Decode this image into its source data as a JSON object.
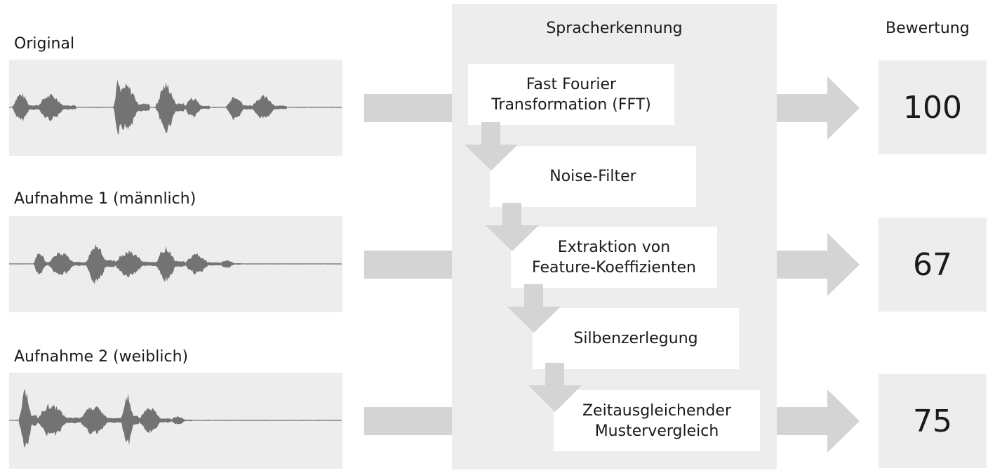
{
  "inputs": [
    {
      "id": "original",
      "label": "Original",
      "waveform": "original"
    },
    {
      "id": "aufnahme-1",
      "label": "Aufnahme 1 (männlich)",
      "waveform": "male"
    },
    {
      "id": "aufnahme-2",
      "label": "Aufnahme 2 (weiblich)",
      "waveform": "female"
    }
  ],
  "process": {
    "title": "Spracherkennung",
    "steps": [
      {
        "label": "Fast Fourier\nTransformation (FFT)"
      },
      {
        "label": "Noise-Filter"
      },
      {
        "label": "Extraktion von\nFeature-Koeffizienten"
      },
      {
        "label": "Silbenzerlegung"
      },
      {
        "label": "Zeitausgleichender\nMustervergleich"
      }
    ]
  },
  "scores": {
    "title": "Bewertung",
    "values": [
      "100",
      "67",
      "75"
    ]
  },
  "colors": {
    "panel_bg": "#ededed",
    "arrow": "#d4d4d4",
    "waveform": "#737373",
    "text": "#1a1a1a"
  },
  "icons": {
    "down_arrow": "down-arrow-icon",
    "right_arrow": "right-arrow-icon"
  }
}
